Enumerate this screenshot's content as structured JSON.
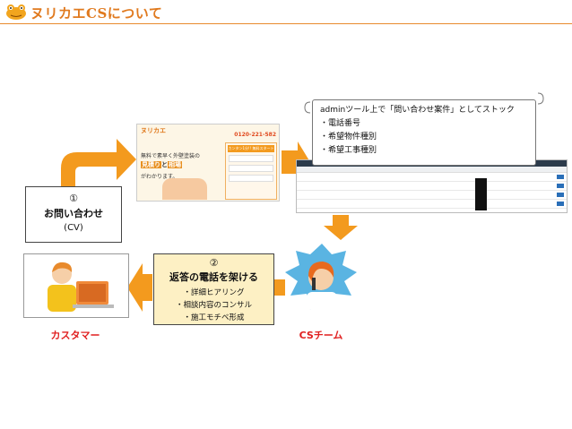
{
  "header": {
    "title": "ヌリカエCSについて"
  },
  "box_inquiry": {
    "number": "①",
    "label": "お問い合わせ",
    "sub": "(CV)"
  },
  "box_call": {
    "number": "②",
    "label": "返答の電話を架ける",
    "items": [
      "・詳細ヒアリング",
      "・相談内容のコンサル",
      "・施工モチベ形成"
    ]
  },
  "note": {
    "line1": "adminツール上で「問い合わせ案件」としてストック",
    "items": [
      "・電話番号",
      "・希望物件種別",
      "・希望工事種別"
    ]
  },
  "labels": {
    "customer": "カスタマー",
    "cs_team": "CSチーム"
  },
  "lp_screenshot": {
    "logo": "ヌリカエ",
    "phone": "0120-221-582",
    "headline1": "無料で素早く外壁塗装の",
    "headline2a": "見積り",
    "headline2b": "と",
    "headline2c": "相場",
    "headline3": "がわかります。",
    "cta": "カンタン1分!! 無料スタート"
  },
  "colors": {
    "accent": "#f39a1e",
    "title": "#e07a1f",
    "label_red": "#e02020",
    "yellow_box": "#fdf0c4"
  }
}
